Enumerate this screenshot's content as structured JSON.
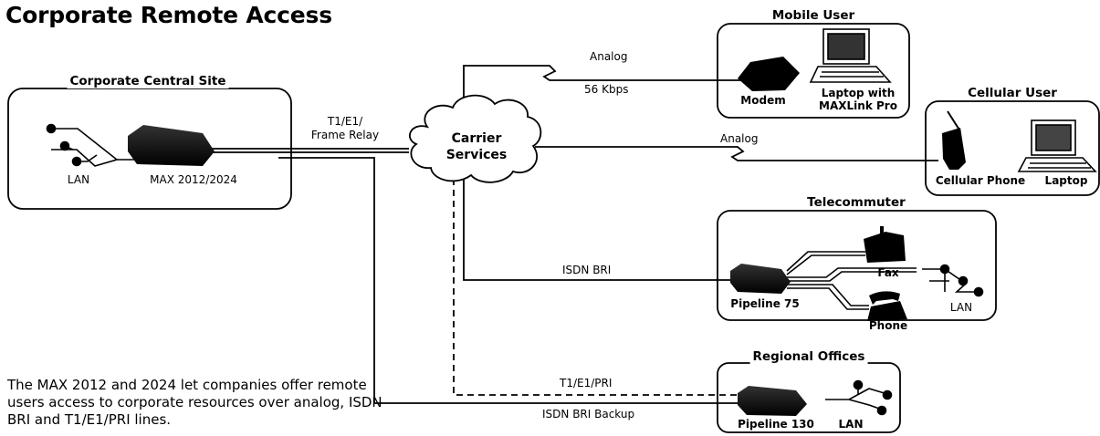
{
  "title": "Corporate Remote Access",
  "sites": {
    "central": {
      "title": "Corporate Central Site",
      "lan": "LAN",
      "device": "MAX 2012/2024"
    },
    "mobile": {
      "title": "Mobile User",
      "modem": "Modem",
      "laptop_line1": "Laptop with",
      "laptop_line2": "MAXLink Pro"
    },
    "cellular": {
      "title": "Cellular User",
      "phone": "Cellular Phone",
      "laptop": "Laptop"
    },
    "telecommuter": {
      "title": "Telecommuter",
      "fax": "Fax",
      "device": "Pipeline 75",
      "lan": "LAN",
      "phone": "Phone"
    },
    "regional": {
      "title": "Regional Offices",
      "device": "Pipeline 130",
      "lan": "LAN"
    }
  },
  "cloud": {
    "line1": "Carrier",
    "line2": "Services"
  },
  "links": {
    "t1_line1": "T1/E1/",
    "t1_line2": "Frame Relay",
    "analog_mobile": "Analog",
    "speed_mobile": "56 Kbps",
    "analog_cell": "Analog",
    "isdn_bri": "ISDN BRI",
    "t1_pri": "T1/E1/PRI",
    "isdn_backup": "ISDN BRI Backup"
  },
  "caption": "The MAX 2012 and 2024 let companies offer remote users access to corporate resources over analog, ISDN BRI and T1/E1/PRI lines."
}
